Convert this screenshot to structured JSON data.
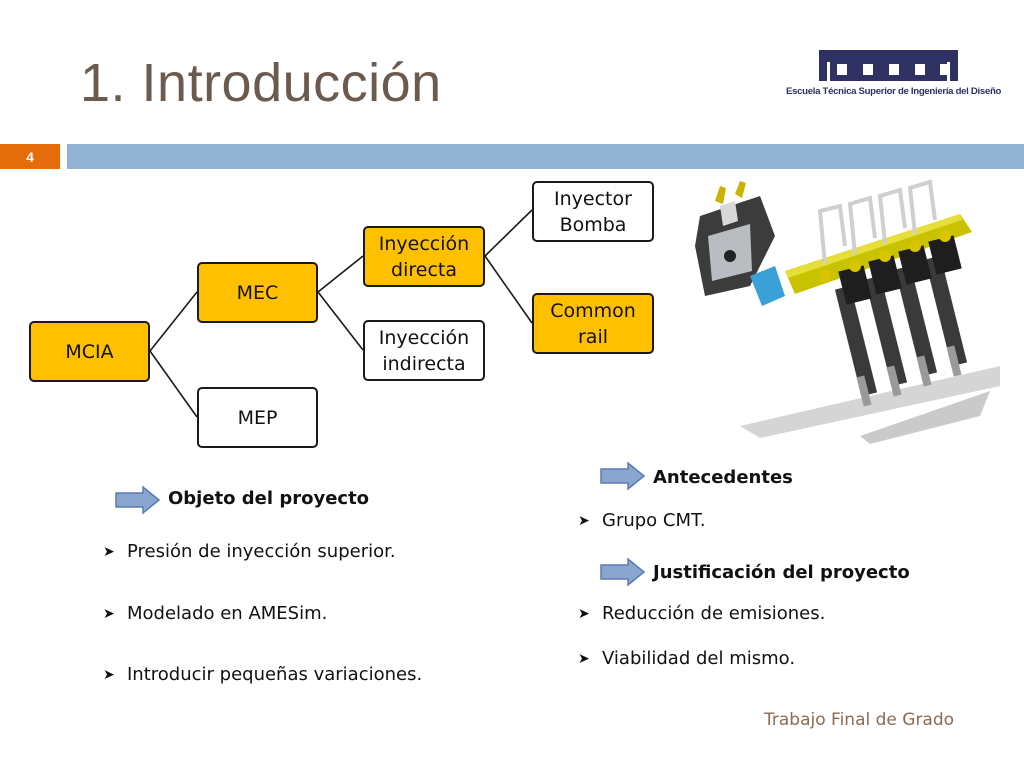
{
  "slide": {
    "title": "1. Introducción",
    "number": "4",
    "footer": "Trabajo Final de Grado"
  },
  "logo": {
    "text": "Escuela Técnica Superior de Ingeniería del Diseño",
    "color": "#2e3161"
  },
  "colors": {
    "accent": "#e46c0a",
    "band": "#93b3d4",
    "highlight": "#ffc000"
  },
  "diagram": {
    "root": "MCIA",
    "mec": "MEC",
    "mep": "MEP",
    "directa_line1": "Inyección",
    "directa_line2": "directa",
    "indirecta_line1": "Inyección",
    "indirecta_line2": "indirecta",
    "bomba_line1": "Inyector",
    "bomba_line2": "Bomba",
    "common_line1": "Common",
    "common_line2": "rail"
  },
  "sections": {
    "objeto": {
      "heading": "Objeto del proyecto",
      "items": [
        "Presión de inyección superior.",
        "Modelado en AMESim.",
        "Introducir pequeñas variaciones."
      ]
    },
    "antecedentes": {
      "heading": "Antecedentes",
      "items": [
        "Grupo CMT."
      ]
    },
    "justificacion": {
      "heading": "Justificación del proyecto",
      "items": [
        "Reducción de emisiones.",
        "Viabilidad del mismo."
      ]
    }
  },
  "icons": {
    "bullet": "arrow-bullet-icon",
    "section_arrow": "block-arrow-icon"
  }
}
